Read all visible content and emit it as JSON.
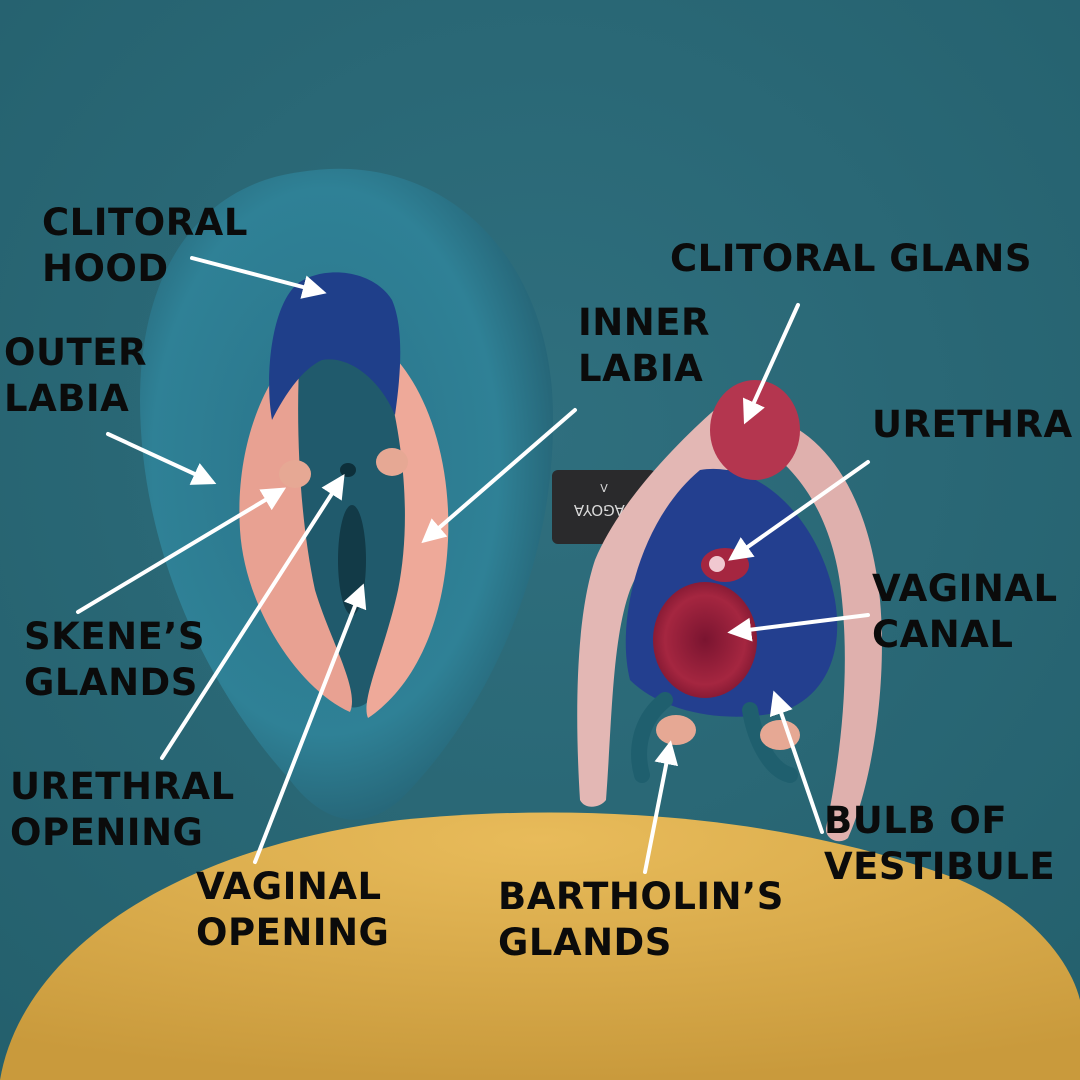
{
  "brand_tag": {
    "mark": "V",
    "text": "VAGOYA"
  },
  "labels": {
    "clitoral_hood": [
      "CLITORAL",
      "HOOD"
    ],
    "outer_labia": [
      "OUTER",
      "LABIA"
    ],
    "skenes_glands": [
      "SKENE’S",
      "GLANDS"
    ],
    "urethral_opening": [
      "URETHRAL",
      "OPENING"
    ],
    "vaginal_opening": [
      "VAGINAL",
      "OPENING"
    ],
    "inner_labia": [
      "INNER",
      "LABIA"
    ],
    "clitoral_glans": [
      "CLITORAL GLANS"
    ],
    "urethra": [
      "URETHRA"
    ],
    "vaginal_canal": [
      "VAGINAL",
      "CANAL"
    ],
    "bulb_of_vestibule": [
      "BULB OF",
      "VESTIBULE"
    ],
    "bartholins_glands": [
      "BARTHOLIN’S",
      "GLANDS"
    ]
  },
  "colors": {
    "wall": "#2c6a78",
    "cushion_outer": "#2f7f91",
    "cushion_inner": "#23657a",
    "inner_labia": "#e8a192",
    "hood": "#1f3f8a",
    "clitoral_glans": "#b4364f",
    "clitoris_body": "#e3b7b4",
    "vaginal_canal": "#9d1f3a",
    "chair": "#e3b350",
    "arrow": "#ffffff",
    "label_text": "#0b0b0b"
  }
}
